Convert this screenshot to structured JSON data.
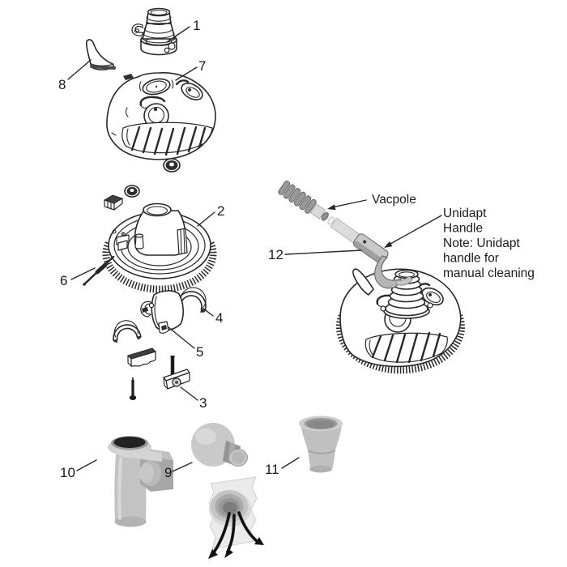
{
  "diagram": {
    "background_color": "#ffffff",
    "line_color": "#282828",
    "metal_gray": "#c4c4c4",
    "callouts": {
      "c1": "1",
      "c2": "2",
      "c3": "3",
      "c4": "4",
      "c5": "5",
      "c6": "6",
      "c7": "7",
      "c8": "8",
      "c9": "9",
      "c10": "10",
      "c11": "11",
      "c12": "12"
    },
    "annotations": {
      "vacpole": "Vacpole",
      "unidapt_lines": [
        "Unidapt",
        "Handle",
        "Note: Unidapt",
        "handle for",
        "manual cleaning"
      ]
    }
  }
}
